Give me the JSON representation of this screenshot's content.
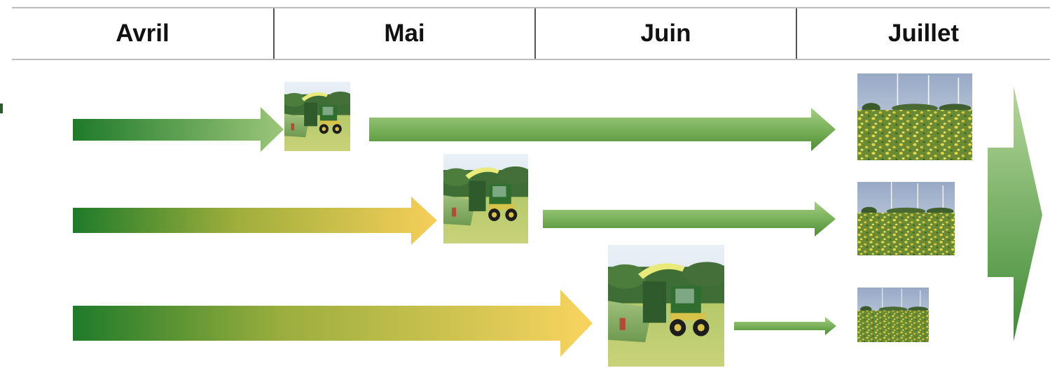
{
  "timeline": {
    "months": [
      "Avril",
      "Mai",
      "Juin",
      "Juillet"
    ]
  },
  "scenarios": [
    {
      "harvest_photo": "forage-harvester-photo",
      "regrowth_photo": "regrowth-field-photo",
      "before_arrow_gradient": [
        "#1f7a2a",
        "#9cc67a"
      ],
      "after_arrow_gradient": [
        "#5a9a3c",
        "#a6cf85"
      ]
    },
    {
      "harvest_photo": "forage-harvester-photo",
      "regrowth_photo": "regrowth-field-photo",
      "before_arrow_gradient": [
        "#1f7a2a",
        "#f6cf59"
      ],
      "after_arrow_gradient": [
        "#5a9a3c",
        "#a6cf85"
      ]
    },
    {
      "harvest_photo": "forage-harvester-photo",
      "regrowth_photo": "regrowth-field-photo",
      "before_arrow_gradient": [
        "#1f7a2a",
        "#f9d45f"
      ],
      "after_arrow_gradient": [
        "#5a9a3c",
        "#a6cf85"
      ]
    }
  ],
  "colors": {
    "header_border": "#bdbdbd",
    "month_divider": "#555555",
    "yield_arrow_gradient": [
      "#a9cf8b",
      "#3e8a35"
    ]
  }
}
